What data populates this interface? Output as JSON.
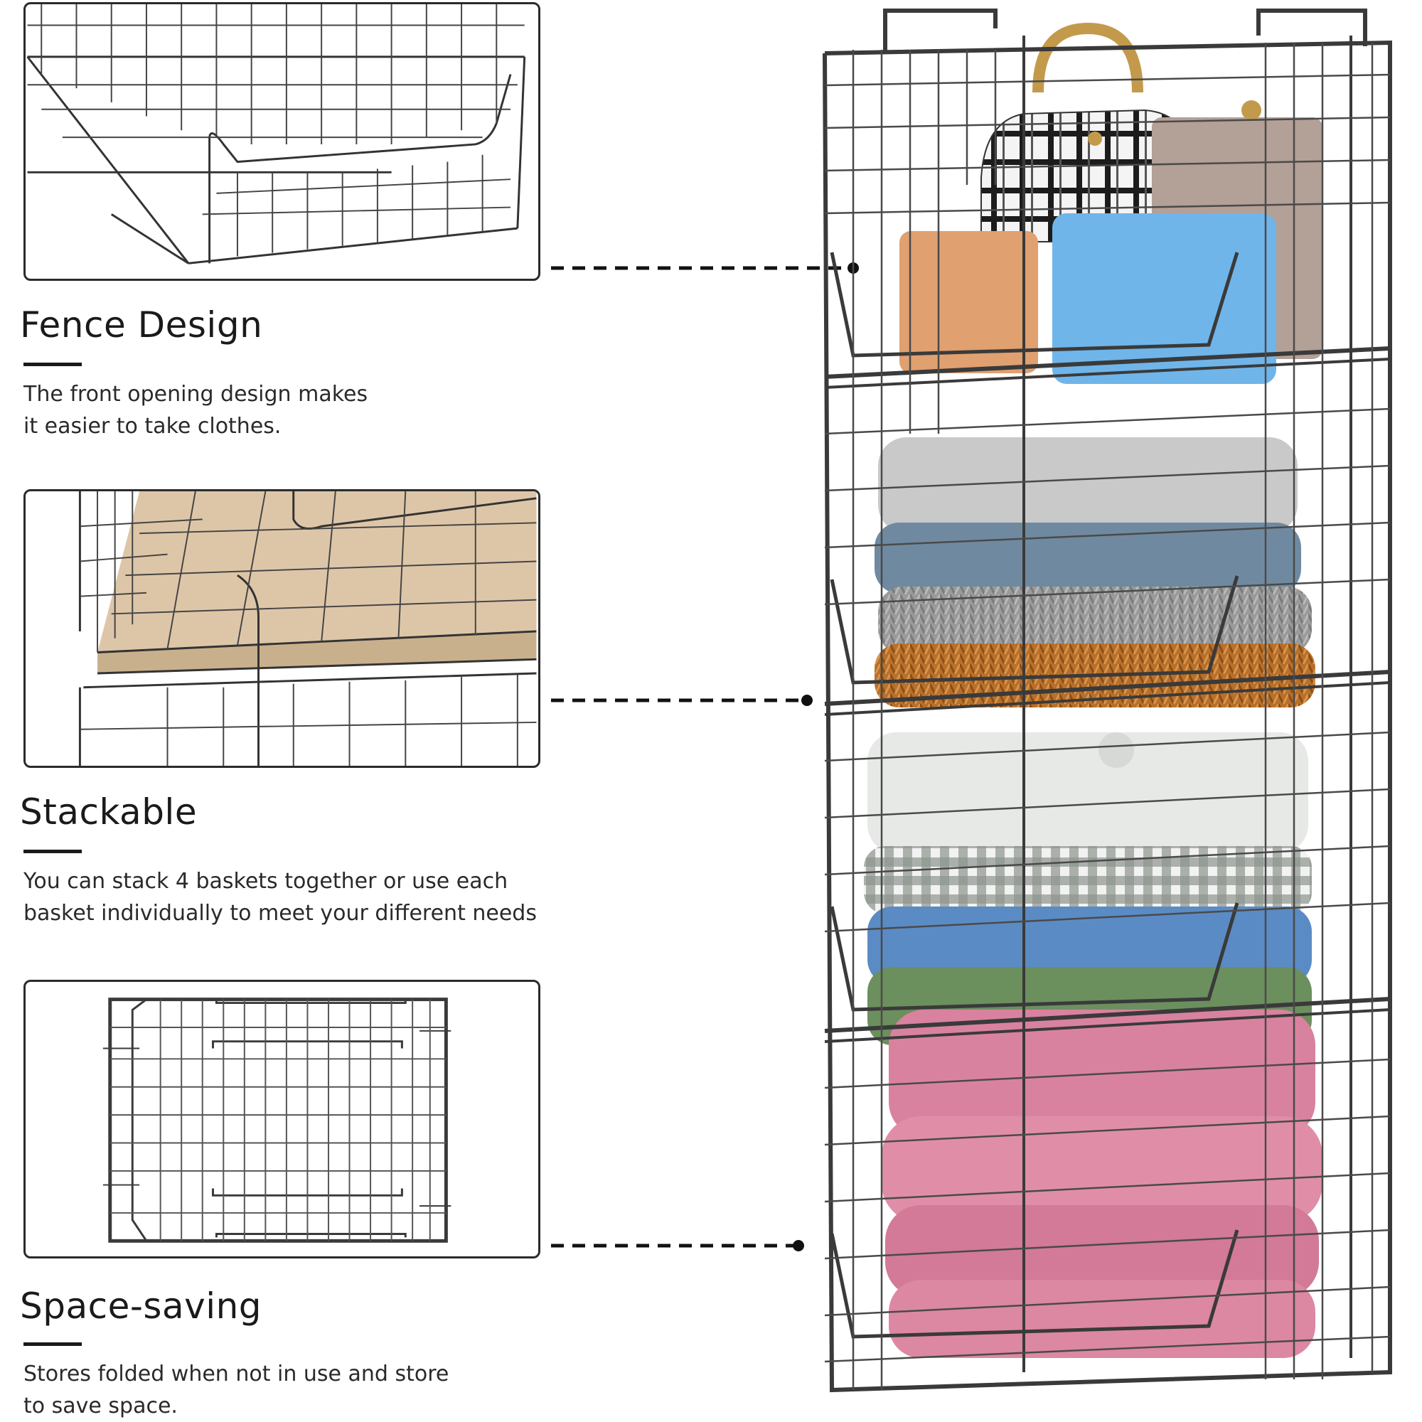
{
  "features": [
    {
      "id": "fence",
      "title": "Fence Design",
      "description": [
        "The front opening design makes",
        "it easier to take clothes."
      ]
    },
    {
      "id": "stackable",
      "title": "Stackable",
      "description": [
        "You can stack 4 baskets together or use each",
        "basket individually to meet your different needs"
      ]
    },
    {
      "id": "space",
      "title": "Space-saving",
      "description": [
        "Stores folded when not in use and store",
        "to save space."
      ]
    }
  ],
  "colors": {
    "wire": "#3a3a3a",
    "bag_plaid": "#1c1c1c",
    "bag_tan": "#e0a070",
    "bag_blue": "#6fb5ea",
    "bag_taupe": "#b3a096",
    "handle_gold": "#c39a4c",
    "sweater_grey": "#c9c9c9",
    "sweater_teal": "#6f8aa0",
    "sweater_stripe": "#9a9a9a",
    "sweater_orange": "#b8702a",
    "shirt_white": "#e6e9e5",
    "shirt_check": "#6e766e",
    "shirt_blue": "#5b8bc4",
    "shirt_green": "#6c8f5e",
    "towel_pink": "#d9829f",
    "drawer_wood": "#ddc6a8"
  },
  "icons": [
    "dashed-callout-line",
    "callout-dot"
  ]
}
